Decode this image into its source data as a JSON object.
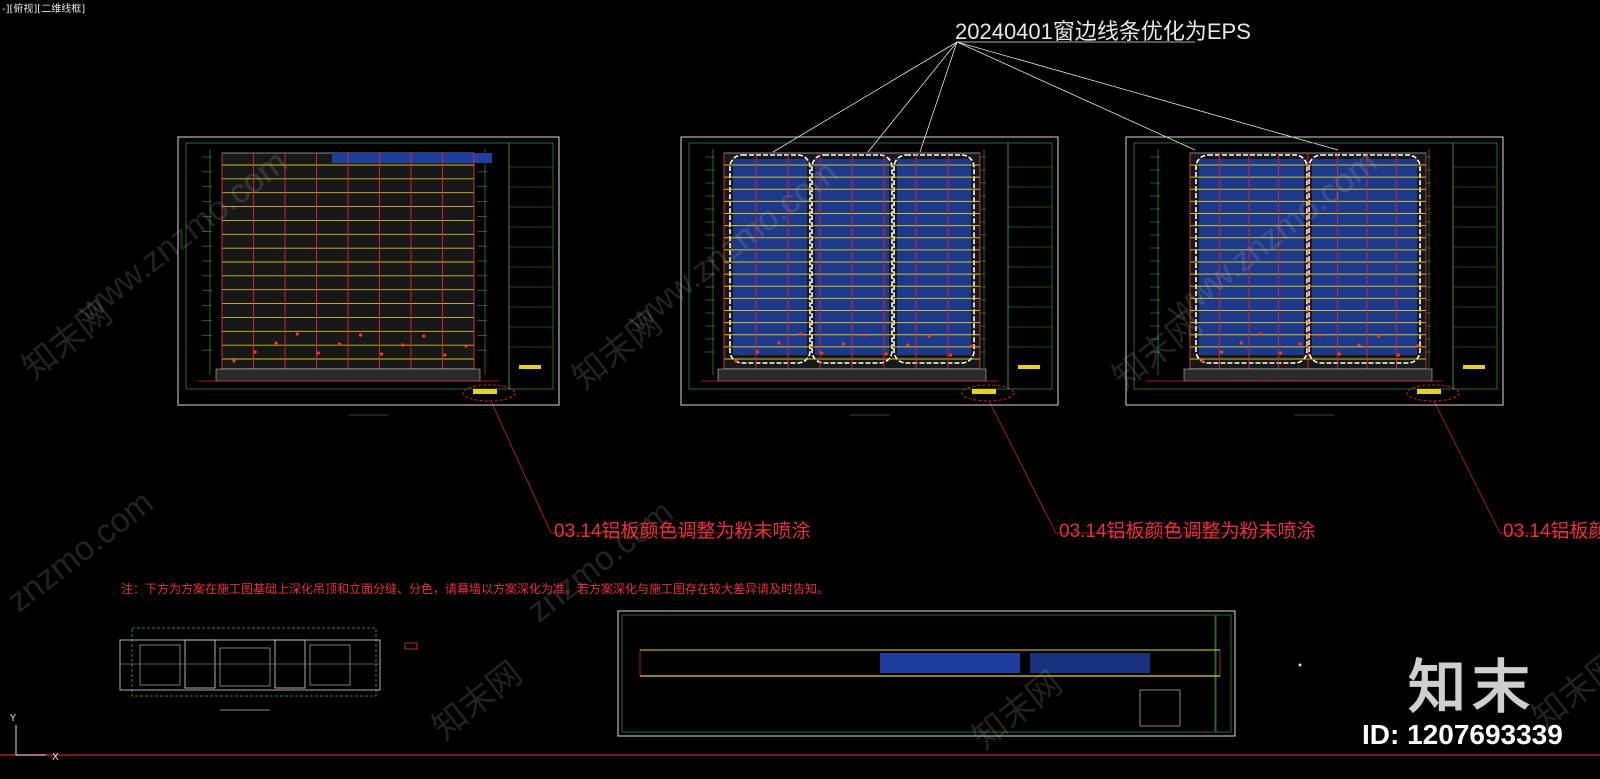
{
  "viewport": {
    "label": "-][俯视][二维线框]"
  },
  "annotations": {
    "eps_note": "20240401窗边线条优化为EPS",
    "red_note": "03.14铝板颜色调整为粉末喷涂",
    "red_note_clipped": "03.14铝板颜",
    "general_note": "注：下方为方案在施工图基础上深化吊顶和立面分缝、分色，请幕墙以方案深化为准。若方案深化与施工图存在较大差异请及时告知。"
  },
  "watermark": {
    "brand": "知末",
    "id_text": "ID: 1207693339",
    "site_text": "www.znzmo.com",
    "site_short": "znzmo.com",
    "cn_site": "知末网"
  },
  "ucs": {
    "y_label": "Y",
    "x_label": "X"
  },
  "colors": {
    "background": "#000000",
    "frame": "#d9d9d9",
    "grid_green": "#3fae4a",
    "wall_red": "#d8262e",
    "floor_yellow": "#e6d21e",
    "glass_blue": "#1e3fa0",
    "cloud_white": "#ffffff",
    "note_red": "#e8303a"
  },
  "sheets": [
    {
      "name": "elevation-sheet-1",
      "blue_panels": 0,
      "floors": 14
    },
    {
      "name": "elevation-sheet-2",
      "blue_panels": 3,
      "floors": 16
    },
    {
      "name": "elevation-sheet-3",
      "blue_panels": 2,
      "floors": 16
    }
  ]
}
